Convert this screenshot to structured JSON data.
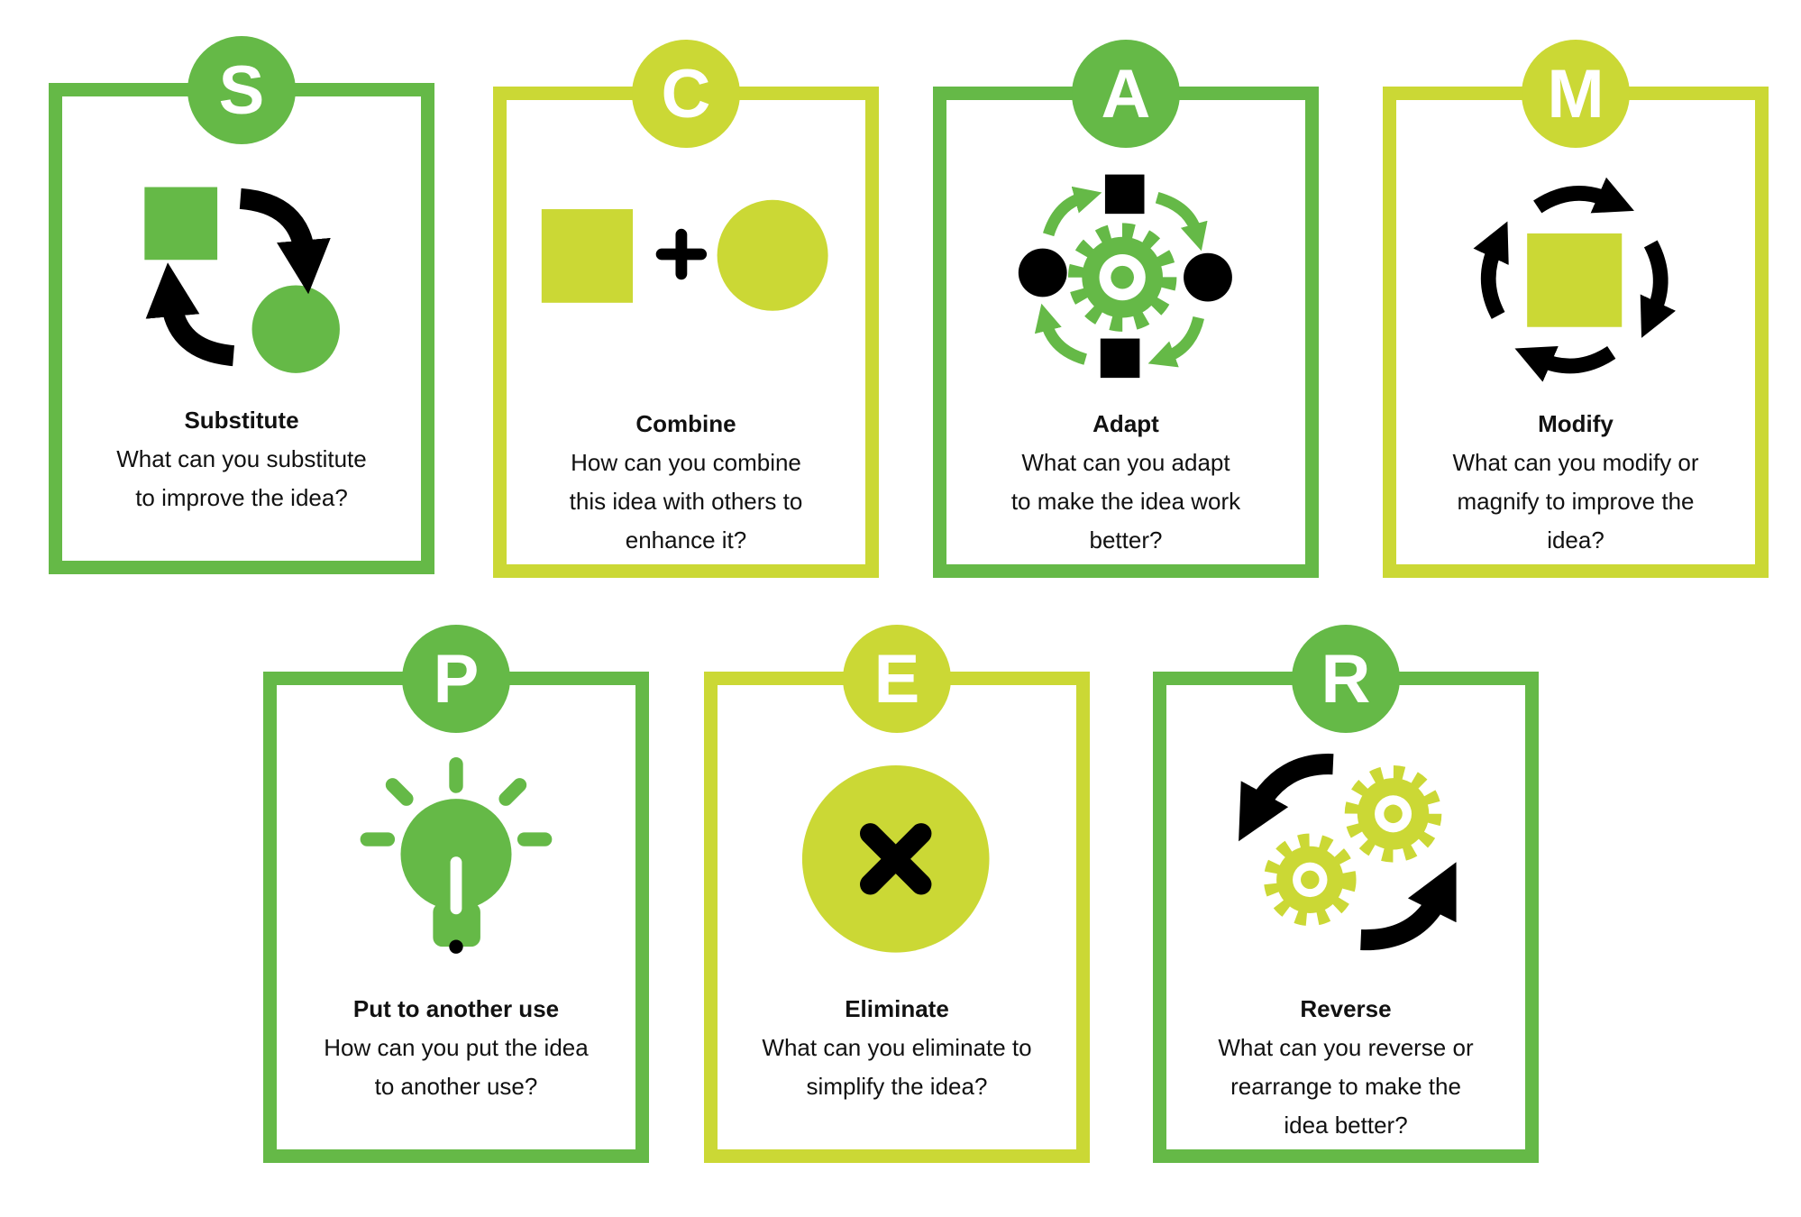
{
  "colors": {
    "green": "#65b947",
    "lime": "#cbd835",
    "ink": "#000000"
  },
  "cards": [
    {
      "letter": "S",
      "title": "Substitute",
      "lines": [
        "What can you substitute",
        "to improve the idea?"
      ],
      "icon": "shape-swap-icon"
    },
    {
      "letter": "C",
      "title": "Combine",
      "lines": [
        "How can you combine",
        "this idea with others to",
        "enhance it?"
      ],
      "icon": "square-plus-circle-icon"
    },
    {
      "letter": "A",
      "title": "Adapt",
      "lines": [
        "What can you adapt",
        "to make the idea work",
        "better?"
      ],
      "icon": "gear-cycle-icon"
    },
    {
      "letter": "M",
      "title": "Modify",
      "lines": [
        "What can you modify or",
        "magnify to improve the",
        "idea?"
      ],
      "icon": "square-rotate-icon"
    },
    {
      "letter": "P",
      "title": "Put to another use",
      "lines": [
        "How can you put the idea",
        "to another use?"
      ],
      "icon": "lightbulb-icon"
    },
    {
      "letter": "E",
      "title": "Eliminate",
      "lines": [
        "What can you eliminate to",
        "simplify the idea?"
      ],
      "icon": "x-circle-icon"
    },
    {
      "letter": "R",
      "title": "Reverse",
      "lines": [
        "What can you reverse or",
        "rearrange to make the",
        "idea better?"
      ],
      "icon": "reverse-gears-icon"
    }
  ]
}
